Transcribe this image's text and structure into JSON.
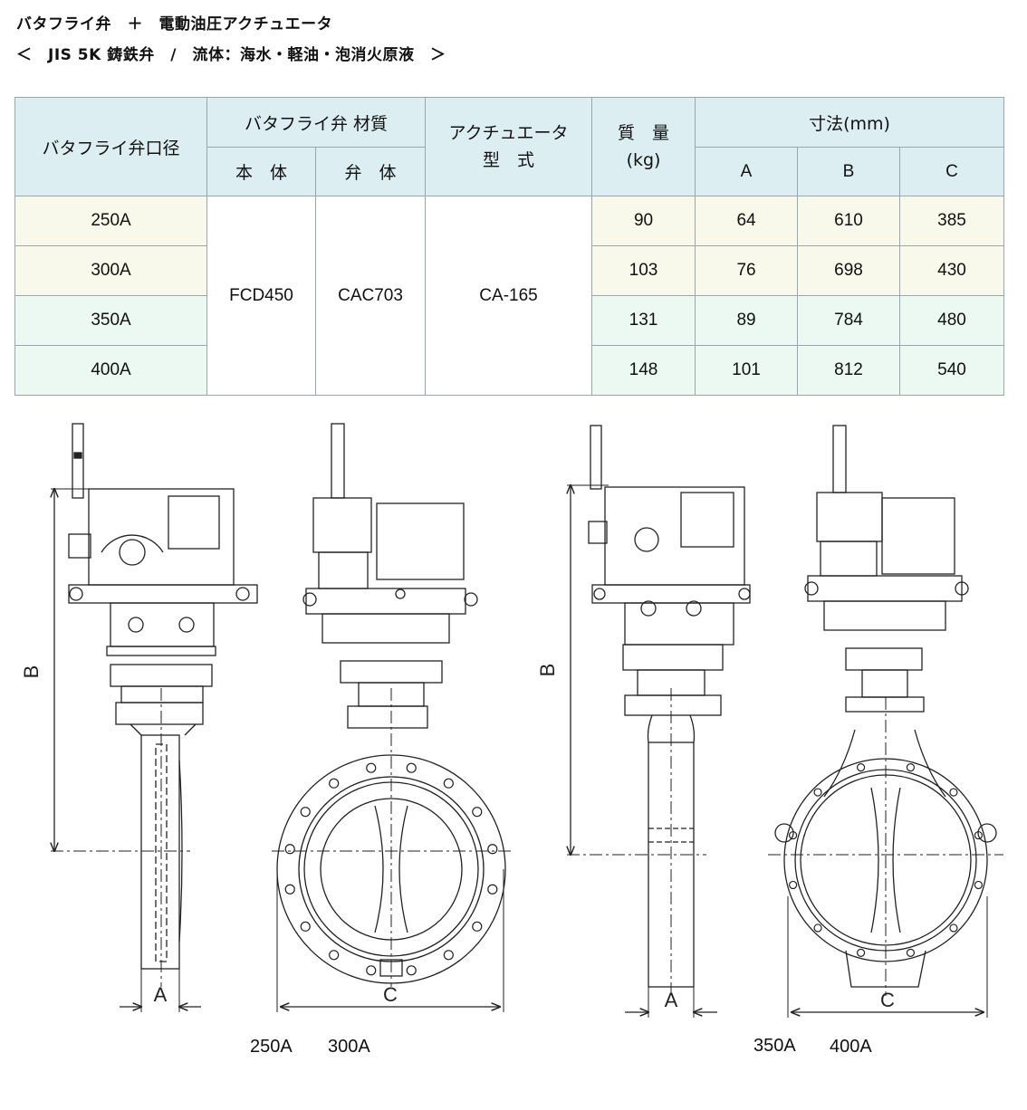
{
  "title": {
    "line1": "バタフライ弁　＋　電動油圧アクチュエータ",
    "line2": "＜　JIS 5K 鋳鉄弁　/　流体：海水・軽油・泡消火原液　＞"
  },
  "table": {
    "headers": {
      "bore": "バタフライ弁口径",
      "material": "バタフライ弁 材質",
      "body": "本　体",
      "disc": "弁　体",
      "actuator_line1": "アクチュエータ",
      "actuator_line2": "型　式",
      "mass_line1": "質　量",
      "mass_line2": "(kg)",
      "dimensions": "寸法(mm)",
      "dim_a": "A",
      "dim_b": "B",
      "dim_c": "C"
    },
    "common": {
      "body": "FCD450",
      "disc": "CAC703",
      "actuator": "CA-165"
    },
    "rows": [
      {
        "size": "250A",
        "mass": "90",
        "a": "64",
        "b": "610",
        "c": "385"
      },
      {
        "size": "300A",
        "mass": "103",
        "a": "76",
        "b": "698",
        "c": "430"
      },
      {
        "size": "350A",
        "mass": "131",
        "a": "89",
        "b": "784",
        "c": "480"
      },
      {
        "size": "400A",
        "mass": "148",
        "a": "101",
        "b": "812",
        "c": "540"
      }
    ]
  },
  "drawings": {
    "dim_labels": {
      "a": "A",
      "b": "B",
      "c": "C"
    },
    "captions": {
      "left_1": "250A",
      "left_2": "300A",
      "right_1": "350A",
      "right_2": "400A"
    }
  }
}
